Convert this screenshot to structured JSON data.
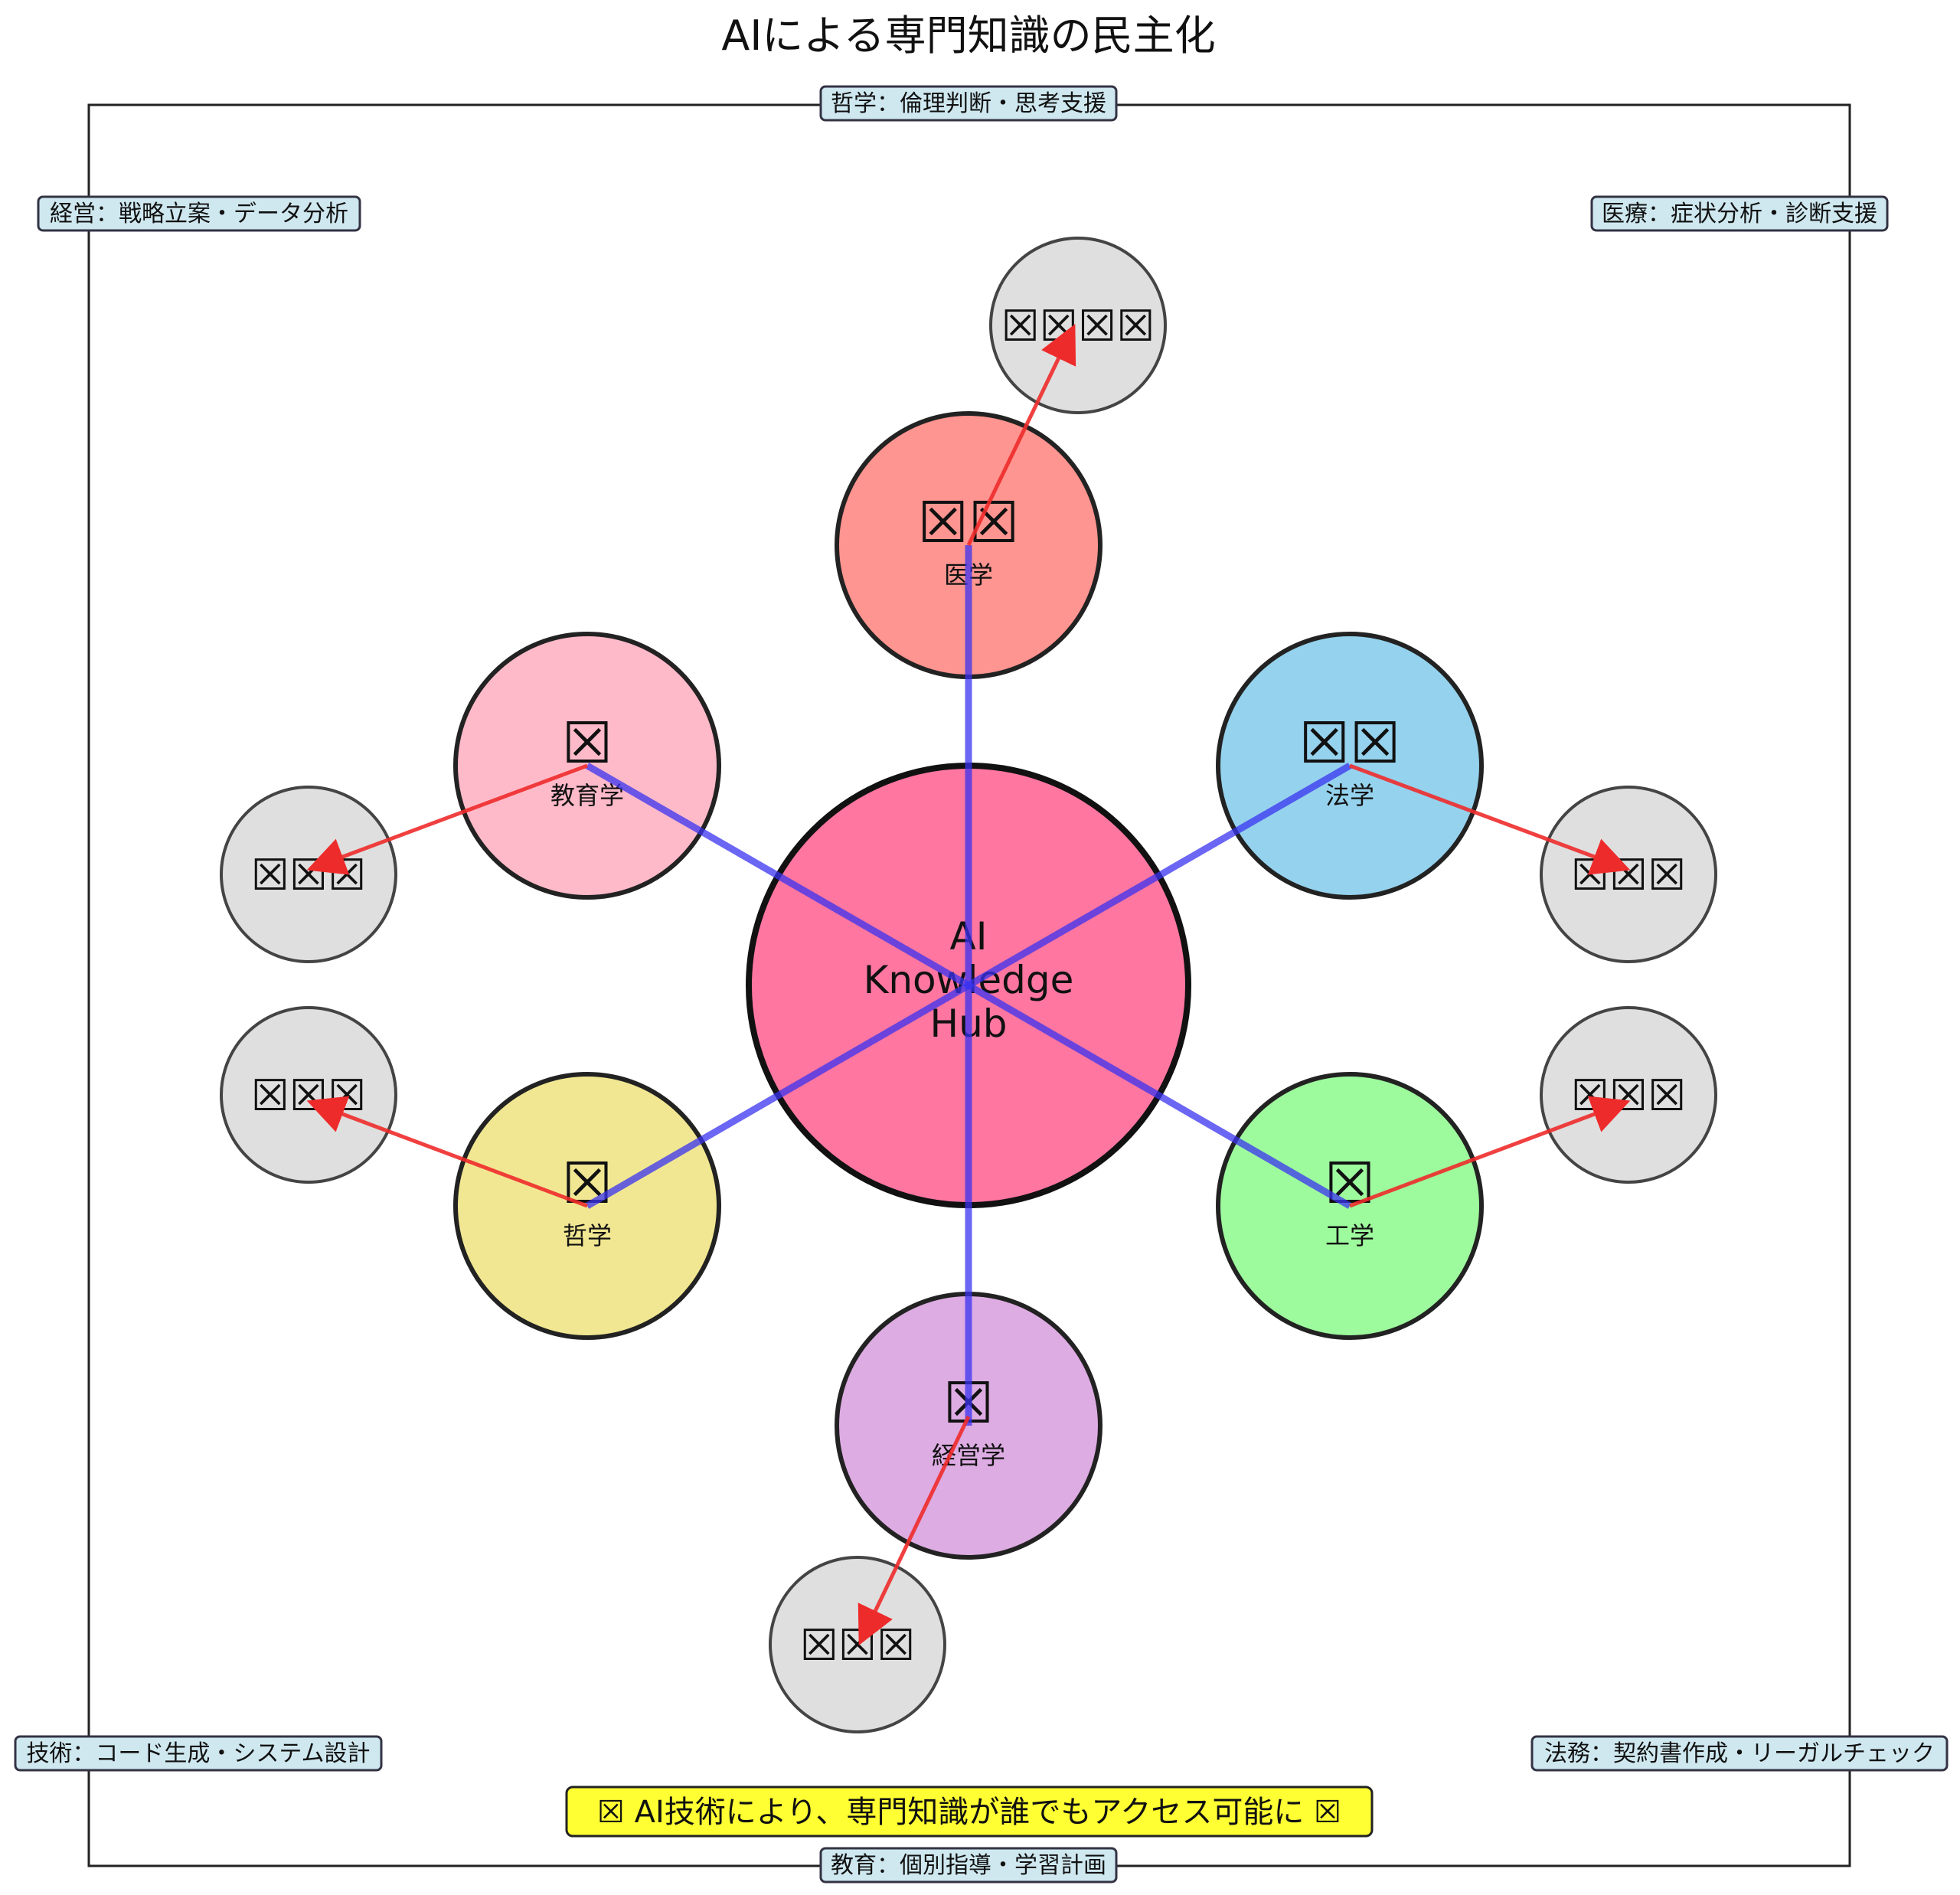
{
  "title": "AIによる専門知識の民主化",
  "hub": {
    "lines": [
      "AI",
      "Knowledge",
      "Hub"
    ],
    "color": "#ff6f9c"
  },
  "fields": [
    {
      "key": "medicine",
      "label": "医学",
      "icon": "☒☒",
      "color": "#ff8f8a",
      "sat_icon": "☒☒☒☒"
    },
    {
      "key": "law",
      "label": "法学",
      "icon": "☒☒",
      "color": "#8fd0ec",
      "sat_icon": "☒☒☒"
    },
    {
      "key": "engineering",
      "label": "工学",
      "icon": "☒",
      "color": "#98fa98",
      "sat_icon": "☒☒☒"
    },
    {
      "key": "business",
      "label": "経営学",
      "icon": "☒",
      "color": "#dba8e0",
      "sat_icon": "☒☒☒"
    },
    {
      "key": "philosophy",
      "label": "哲学",
      "icon": "☒",
      "color": "#f0e68c",
      "sat_icon": "☒☒☒"
    },
    {
      "key": "education",
      "label": "教育学",
      "icon": "☒",
      "color": "#ffb6c6",
      "sat_icon": "☒☒☒"
    }
  ],
  "tags": {
    "top": "哲学：倫理判断・思考支援",
    "top_left": "経営：戦略立案・データ分析",
    "top_right": "医療：症状分析・診断支援",
    "bottom_left": "技術：コード生成・システム設計",
    "bottom_right": "法務：契約書作成・リーガルチェック",
    "bottom": "教育：個別指導・学習計画"
  },
  "banner": "☒ AI技術により、専門知識が誰でもアクセス可能に ☒",
  "colors": {
    "spoke": "#3a33f0",
    "arrow": "#ee2b2b",
    "satellite": "#d9d9d9",
    "tag_fill": "#cfe8f0",
    "banner_fill": "#ffff33"
  }
}
